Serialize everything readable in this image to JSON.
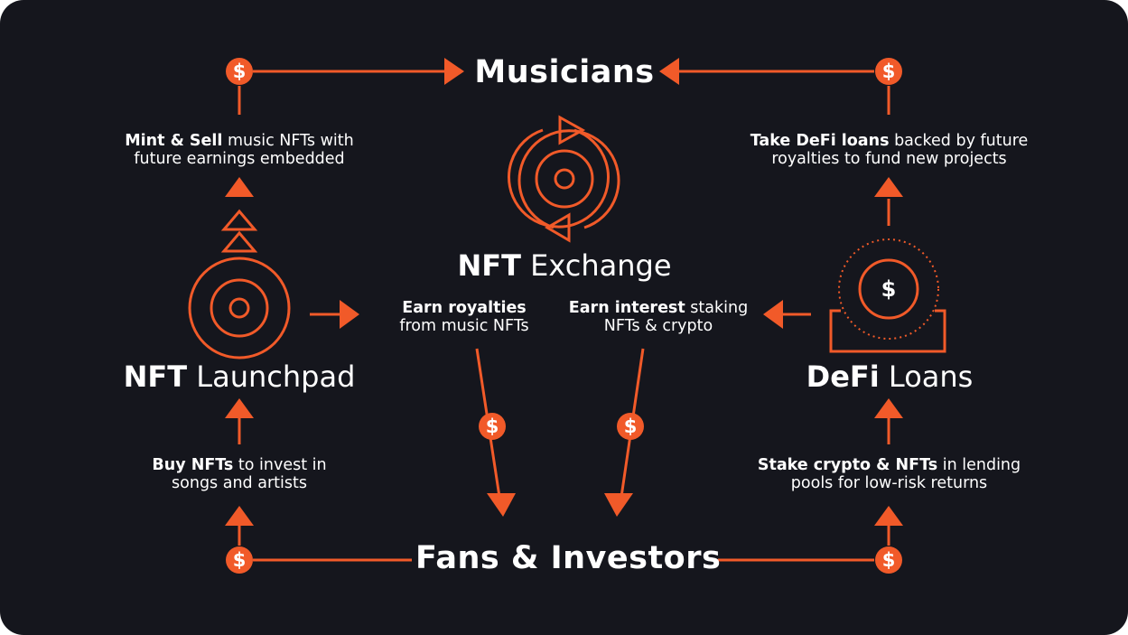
{
  "colors": {
    "background": "#15161d",
    "accent": "#f15a29",
    "text": "#ffffff"
  },
  "nodes": {
    "musicians": "Musicians",
    "fans_investors": "Fans & Investors",
    "nft_exchange": {
      "bold": "NFT",
      "light": "Exchange"
    },
    "nft_launchpad": {
      "bold": "NFT",
      "light": "Launchpad"
    },
    "defi_loans": {
      "bold": "DeFi",
      "light": "Loans"
    }
  },
  "captions": {
    "mint_sell": {
      "bold": "Mint & Sell",
      "rest1": " music NFTs with",
      "line2": "future earnings embedded"
    },
    "take_defi": {
      "bold": "Take DeFi loans",
      "rest1": " backed by future",
      "line2": "royalties to fund new projects"
    },
    "earn_royalties": {
      "bold": "Earn royalties",
      "line2": "from music NFTs"
    },
    "earn_interest": {
      "bold": "Earn interest",
      "rest1": " staking",
      "line2": "NFTs & crypto"
    },
    "buy_nfts": {
      "bold": "Buy NFTs",
      "rest1": " to invest in",
      "line2": "songs and artists"
    },
    "stake_crypto": {
      "bold": "Stake crypto & NFTs",
      "rest1": " in lending",
      "line2": "pools for low-risk returns"
    }
  },
  "icons": {
    "dollar_symbol": "$",
    "dollar_badges": [
      "dollar-icon-musicians-left",
      "dollar-icon-musicians-right",
      "dollar-icon-royalties",
      "dollar-icon-interest",
      "dollar-icon-fans-left",
      "dollar-icon-fans-right"
    ],
    "launchpad": "vinyl-record-icon",
    "exchange": "exchange-cycle-icon",
    "defi": "coin-vault-icon"
  }
}
